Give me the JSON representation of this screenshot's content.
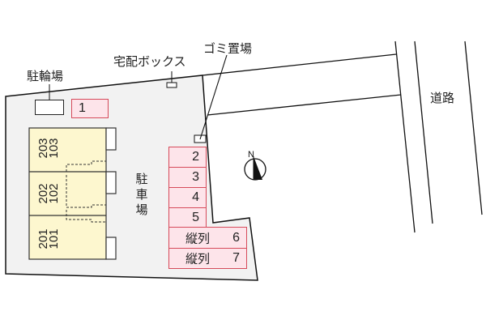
{
  "labels": {
    "bicycle_parking": "駐輪場",
    "delivery_box": "宅配ボックス",
    "garbage": "ゴミ置場",
    "road": "道路",
    "parking_lot": [
      "駐",
      "車",
      "場"
    ],
    "north": "N"
  },
  "building": {
    "units": [
      {
        "upper": "203",
        "lower": "103"
      },
      {
        "upper": "202",
        "lower": "102"
      },
      {
        "upper": "201",
        "lower": "101"
      }
    ]
  },
  "parking": {
    "spaces": [
      {
        "num": "1",
        "kind": ""
      },
      {
        "num": "2",
        "kind": ""
      },
      {
        "num": "3",
        "kind": ""
      },
      {
        "num": "4",
        "kind": ""
      },
      {
        "num": "5",
        "kind": ""
      },
      {
        "num": "6",
        "kind": "縦列"
      },
      {
        "num": "7",
        "kind": "縦列"
      }
    ]
  },
  "colors": {
    "lot_fill": "#f2f2f2",
    "building_fill": "#fdf7cf",
    "parking_fill": "#fde4ea",
    "parking_border": "#d64a5a",
    "line": "#111111"
  }
}
